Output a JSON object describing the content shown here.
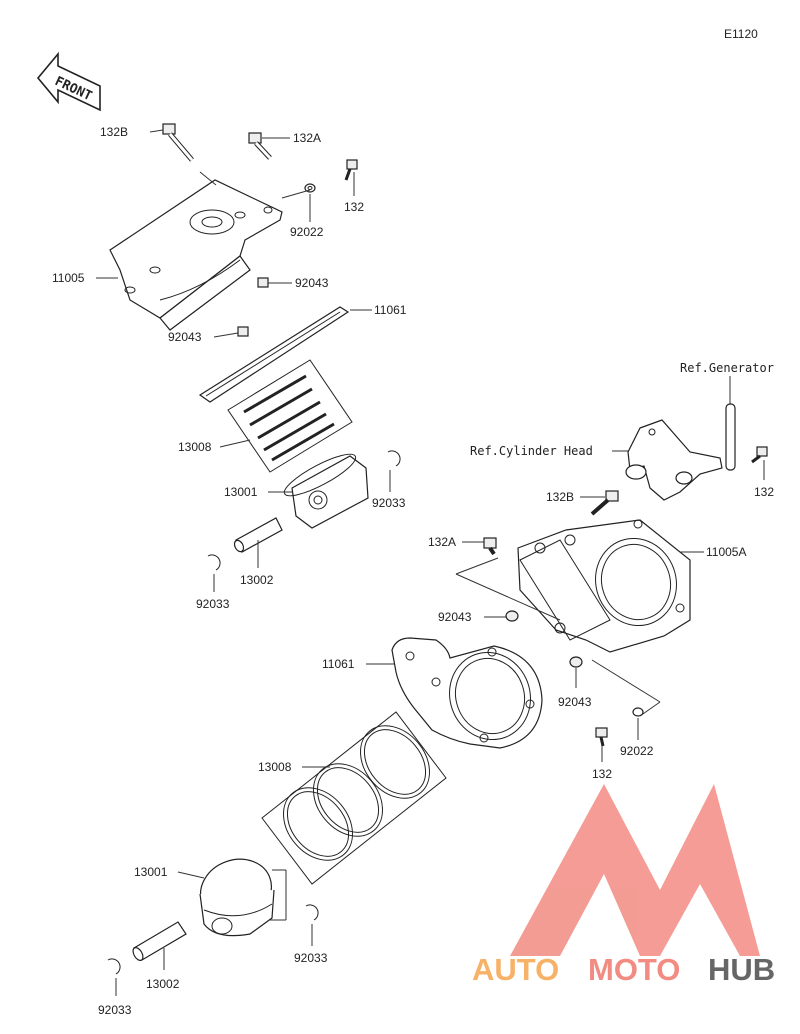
{
  "diagram_code": "E1120",
  "front_label": "FRONT",
  "references": {
    "generator": "Ref.Generator",
    "cylinder_head": "Ref.Cylinder Head"
  },
  "top_assembly": {
    "bolt_132b": "132B",
    "bolt_132a": "132A",
    "bolt_132": "132",
    "washer_92022": "92022",
    "cylinder_11005": "11005",
    "dowel_92043_a": "92043",
    "gasket_11061": "11061",
    "dowel_92043_b": "92043",
    "rings_13008": "13008",
    "piston_13001": "13001",
    "clip_92033_a": "92033",
    "pin_13002": "13002",
    "clip_92033_b": "92033"
  },
  "bottom_assembly": {
    "bolt_132b": "132B",
    "bolt_132_right": "132",
    "bolt_132a": "132A",
    "cylinder_11005a": "11005A",
    "dowel_92043_a": "92043",
    "gasket_11061": "11061",
    "dowel_92043_b": "92043",
    "washer_92022": "92022",
    "bolt_132_bottom": "132",
    "rings_13008": "13008",
    "piston_13001": "13001",
    "clip_92033_a": "92033",
    "pin_13002": "13002",
    "clip_92033_b": "92033"
  },
  "watermark": {
    "part1": "AUTO",
    "part2": "MOTO",
    "part3": "HUB",
    "colors": {
      "auto": "#f7b267",
      "moto": "#f28b82",
      "hub": "#666666",
      "logo": "#f28b82"
    }
  }
}
